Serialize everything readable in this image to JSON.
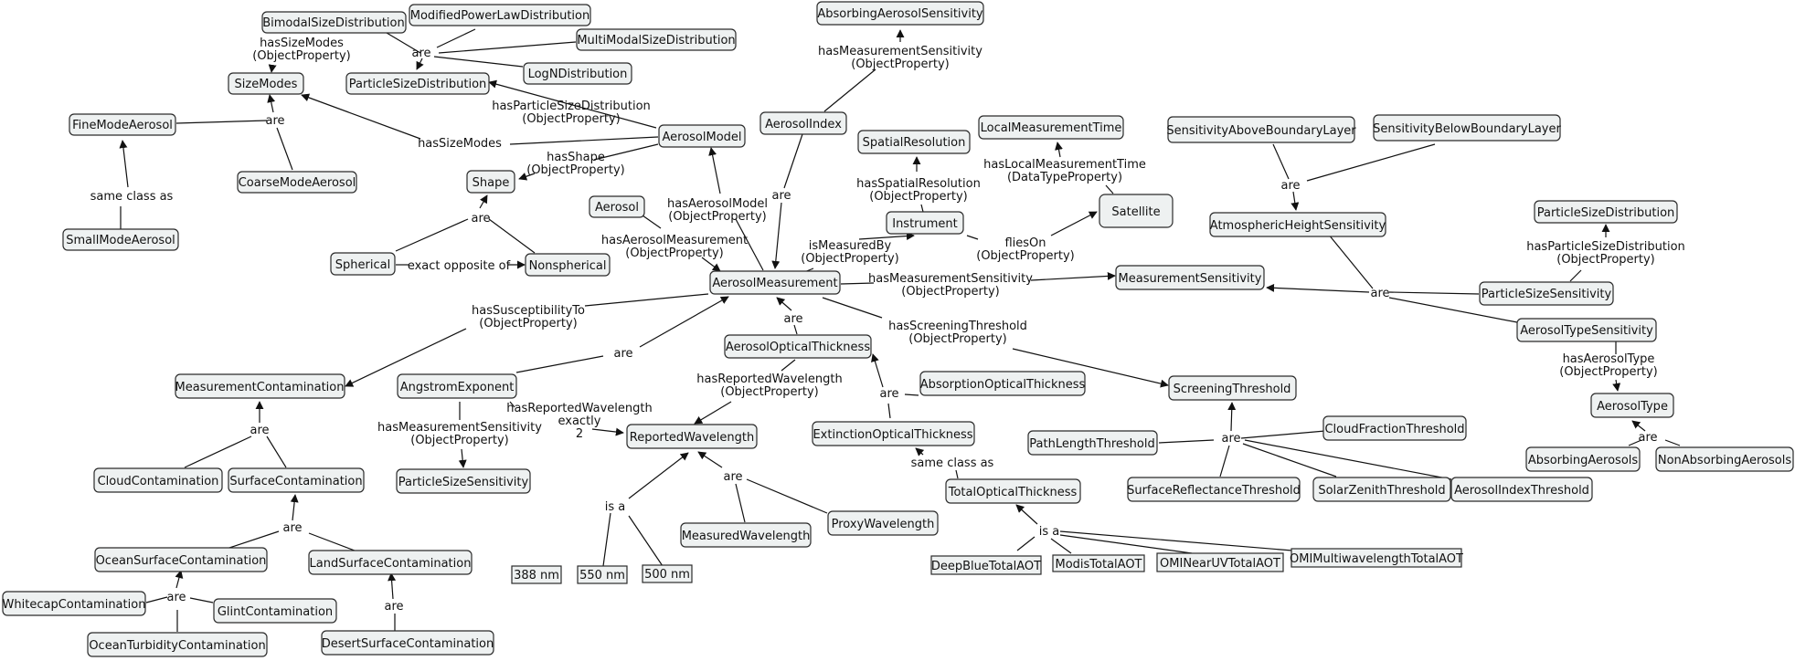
{
  "nodes": {
    "bimodal": "BimodalSizeDistribution",
    "modpow": "ModifiedPowerLawDistribution",
    "multimodal": "MultiModalSizeDistribution",
    "lognorm": "LogNDistribution",
    "sizemodes": "SizeModes",
    "psd_left": "ParticleSizeDistribution",
    "finemode": "FineModeAerosol",
    "coarsemode": "CoarseModeAerosol",
    "smallmode": "SmallModeAerosol",
    "absorbsens": "AbsorbingAerosolSensitivity",
    "aerosolindex": "AerosolIndex",
    "aerosolmodel": "AerosolModel",
    "shape": "Shape",
    "aerosol": "Aerosol",
    "spherical": "Spherical",
    "nonspherical": "Nonspherical",
    "spatialres": "SpatialResolution",
    "localtime": "LocalMeasurementTime",
    "instrument": "Instrument",
    "satellite": "Satellite",
    "sensabove": "SensitivityAboveBoundaryLayer",
    "sensbelow": "SensitivityBelowBoundaryLayer",
    "atmheight": "AtmosphericHeightSensitivity",
    "psd_right": "ParticleSizeDistribution",
    "aeromeas": "AerosolMeasurement",
    "meassens": "MeasurementSensitivity",
    "partsizesens_r": "ParticleSizeSensitivity",
    "aerotypesens": "AerosolTypeSensitivity",
    "aot": "AerosolOpticalThickness",
    "meascontam": "MeasurementContamination",
    "angstrom": "AngstromExponent",
    "absopt": "AbsorptionOpticalThickness",
    "screening": "ScreeningThreshold",
    "aerotype": "AerosolType",
    "reportedwl": "ReportedWavelength",
    "extopt": "ExtinctionOpticalThickness",
    "pathlength": "PathLengthThreshold",
    "cloudfrac": "CloudFractionThreshold",
    "absorbing": "AbsorbingAerosols",
    "nonabsorbing": "NonAbsorbingAerosols",
    "cloudcontam": "CloudContamination",
    "surfcontam": "SurfaceContamination",
    "partsizesens_l": "ParticleSizeSensitivity",
    "surfrefl": "SurfaceReflectanceThreshold",
    "solarzen": "SolarZenithThreshold",
    "aeroindexthr": "AerosolIndexThreshold",
    "totalopt": "TotalOpticalThickness",
    "measuredwl": "MeasuredWavelength",
    "proxywl": "ProxyWavelength",
    "oceansurf": "OceanSurfaceContamination",
    "landsurf": "LandSurfaceContamination",
    "deepblue": "DeepBlueTotalAOT",
    "modis": "ModisTotalAOT",
    "omineaeruv": "OMINearUVTotalAOT",
    "omimulti": "OMIMultiwavelengthTotalAOT",
    "nm388": "388 nm",
    "nm550": "550 nm",
    "nm500": "500 nm",
    "whitecap": "WhitecapContamination",
    "glint": "GlintContamination",
    "oceanturb": "OceanTurbidityContamination",
    "desert": "DesertSurfaceContamination"
  },
  "labels": {
    "are": "are",
    "is_a": "is a",
    "same_class_as": "same class as",
    "exact_opposite_of": "exact opposite of",
    "has_size_modes_op_1": "hasSizeModes",
    "has_size_modes_op_2": "(ObjectProperty)",
    "has_size_modes": "hasSizeModes",
    "has_psd_1": "hasParticleSizeDistribution",
    "has_psd_2": "(ObjectProperty)",
    "has_meas_sens_1": "hasMeasurementSensitivity",
    "has_meas_sens_2": "(ObjectProperty)",
    "has_shape_1": "hasShape",
    "has_shape_2": "(ObjectProperty)",
    "has_aero_model_1": "hasAerosolModel",
    "has_aero_model_2": "(ObjectProperty)",
    "has_aero_meas_1": "hasAerosolMeasurement",
    "has_aero_meas_2": "(ObjectProperty)",
    "has_spatial_1": "hasSpatialResolution",
    "has_spatial_2": "(ObjectProperty)",
    "has_local_time_1": "hasLocalMeasurementTime",
    "has_local_time_2": "(DataTypeProperty)",
    "is_measured_by_1": "isMeasuredBy",
    "is_measured_by_2": "(ObjectProperty)",
    "flies_on_1": "fliesOn",
    "flies_on_2": "(ObjectProperty)",
    "has_meas_sens_mid_1": "hasMeasurementSensitivity",
    "has_meas_sens_mid_2": "(ObjectProperty)",
    "has_psd_right_1": "hasParticleSizeDistribution",
    "has_psd_right_2": "(ObjectProperty)",
    "has_suscept_1": "hasSusceptibilityTo",
    "has_suscept_2": "(ObjectProperty)",
    "has_screening_1": "hasScreeningThreshold",
    "has_screening_2": "(ObjectProperty)",
    "has_aero_type_1": "hasAerosolType",
    "has_aero_type_2": "(ObjectProperty)",
    "has_reported_wl_1": "hasReportedWavelength",
    "has_reported_wl_2": "(ObjectProperty)",
    "has_reported_wl_exact_1": "hasReportedWavelength",
    "has_reported_wl_exact_2": "exactly",
    "has_reported_wl_exact_3": "2",
    "has_meas_sens_low_1": "hasMeasurementSensitivity",
    "has_meas_sens_low_2": "(ObjectProperty)"
  }
}
